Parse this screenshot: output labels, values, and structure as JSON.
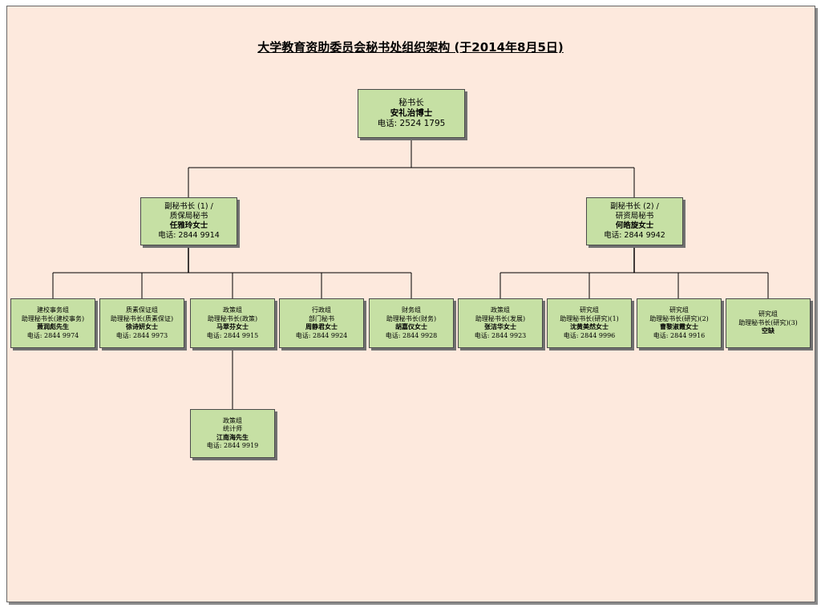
{
  "title": "大学教育资助委员会秘书处组织架构 (于2014年8月5日)",
  "secretary_general": {
    "role": "秘书长",
    "name": "安礼治博士",
    "phone": "电话: 2524 1795"
  },
  "deputy_1": {
    "role": "副秘书长 (1) /",
    "role2": "质保局秘书",
    "name": "任雅玲女士",
    "phone": "电话: 2844 9914"
  },
  "deputy_2": {
    "role": "副秘书长 (2) /",
    "role2": "研资局秘书",
    "name": "何皓旋女士",
    "phone": "电话: 2844 9942"
  },
  "units": [
    {
      "group": "建校事务组",
      "role": "助理秘书长(建校事务)",
      "name": "萧润彪先生",
      "phone": "电话: 2844 9974"
    },
    {
      "group": "质素保证组",
      "role": "助理秘书长(质素保证)",
      "name": "徐诗妍女士",
      "phone": "电话: 2844 9973"
    },
    {
      "group": "政策组",
      "role": "助理秘书长(政策)",
      "name": "马翠芬女士",
      "phone": "电话: 2844 9915"
    },
    {
      "group": "行政组",
      "role": "部门秘书",
      "name": "周静君女士",
      "phone": "电话: 2844 9924"
    },
    {
      "group": "财务组",
      "role": "助理秘书长(财务)",
      "name": "胡嘉仪女士",
      "phone": "电话: 2844 9928"
    },
    {
      "group": "政策组",
      "role": "助理秘书长(发展)",
      "name": "张洁华女士",
      "phone": "电话: 2844 9923"
    },
    {
      "group": "研究组",
      "role": "助理秘书长(研究)(1)",
      "name": "沈黄美然女士",
      "phone": "电话: 2844 9996"
    },
    {
      "group": "研究组",
      "role": "助理秘书长(研究)(2)",
      "name": "曹黎淑霞女士",
      "phone": "电话: 2844 9916"
    },
    {
      "group": "研究组",
      "role": "助理秘书长(研究)(3)",
      "name": "空缺",
      "phone": ""
    }
  ],
  "statistician": {
    "group": "政策组",
    "role": "统计师",
    "name": "江南海先生",
    "phone": "电话: 2844 9919"
  }
}
